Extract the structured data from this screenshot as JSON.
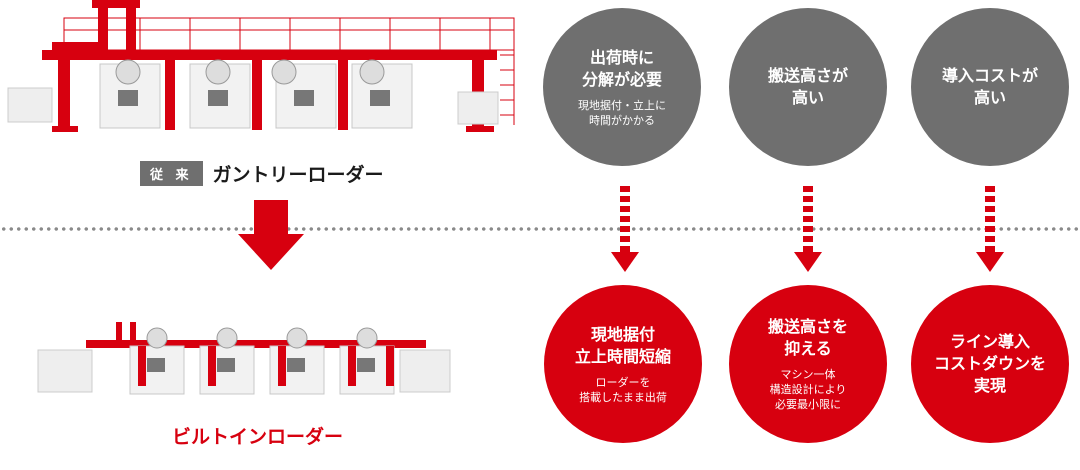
{
  "colors": {
    "red": "#d7000f",
    "gray": "#6f6f6f",
    "dots": "#8a8a8a"
  },
  "conventional": {
    "tag": "従 来",
    "label": "ガントリーローダー"
  },
  "builtin": {
    "label": "ビルトインローダー"
  },
  "problems": [
    {
      "title": "出荷時に\n分解が必要",
      "sub": "現地据付・立上に\n時間がかかる"
    },
    {
      "title": "搬送高さが\n高い",
      "sub": ""
    },
    {
      "title": "導入コストが\n高い",
      "sub": ""
    }
  ],
  "solutions": [
    {
      "title": "現地据付\n立上時間短縮",
      "sub": "ローダーを\n搭載したまま出荷"
    },
    {
      "title": "搬送高さを\n抑える",
      "sub": "マシン一体\n構造設計により\n必要最小限に"
    },
    {
      "title": "ライン導入\nコストダウンを\n実現",
      "sub": ""
    }
  ]
}
